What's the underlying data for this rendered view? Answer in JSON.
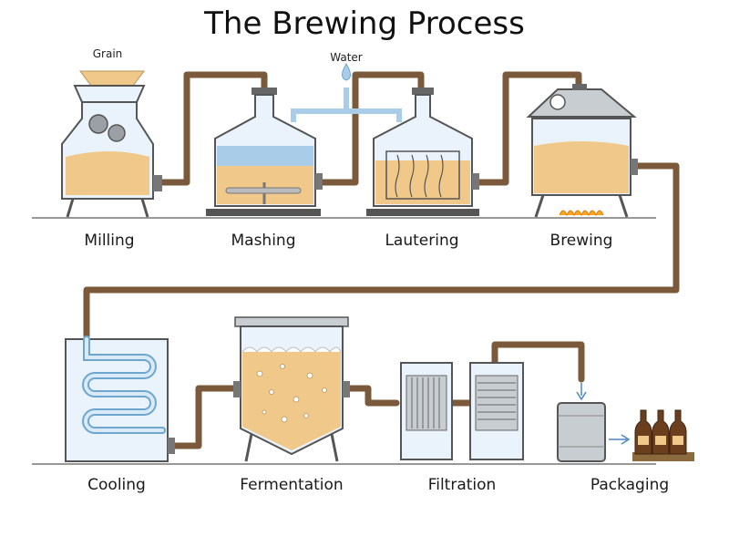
{
  "title": "The Brewing Process",
  "annotations": {
    "grain": "Grain",
    "water": "Water"
  },
  "steps": [
    {
      "label": "Milling"
    },
    {
      "label": "Mashing"
    },
    {
      "label": "Lautering"
    },
    {
      "label": "Brewing"
    },
    {
      "label": "Cooling"
    },
    {
      "label": "Fermentation"
    },
    {
      "label": "Filtration"
    },
    {
      "label": "Packaging"
    }
  ],
  "colors": {
    "pipe": "#7a5a3a",
    "liquid": "#f0c98a",
    "vessel_fill": "#eaf3fb",
    "outline": "#555555",
    "metal": "#9aa0a6",
    "water": "#a9cde8",
    "bottle": "#6b3f1e"
  }
}
